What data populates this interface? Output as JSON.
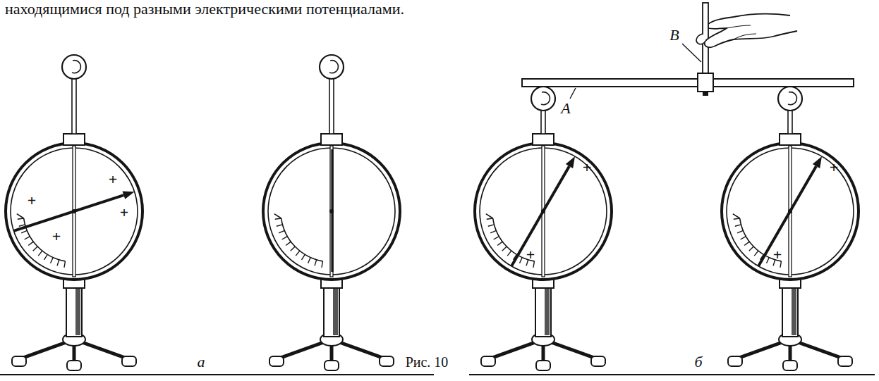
{
  "diagram": {
    "labels": [
      "находящимися под разными электрическими потенциалами.",
      "B",
      "A",
      "+",
      "+",
      "+",
      "+",
      "+",
      "+",
      "+",
      "+",
      "а",
      "Рис. 10",
      "б"
    ]
  }
}
